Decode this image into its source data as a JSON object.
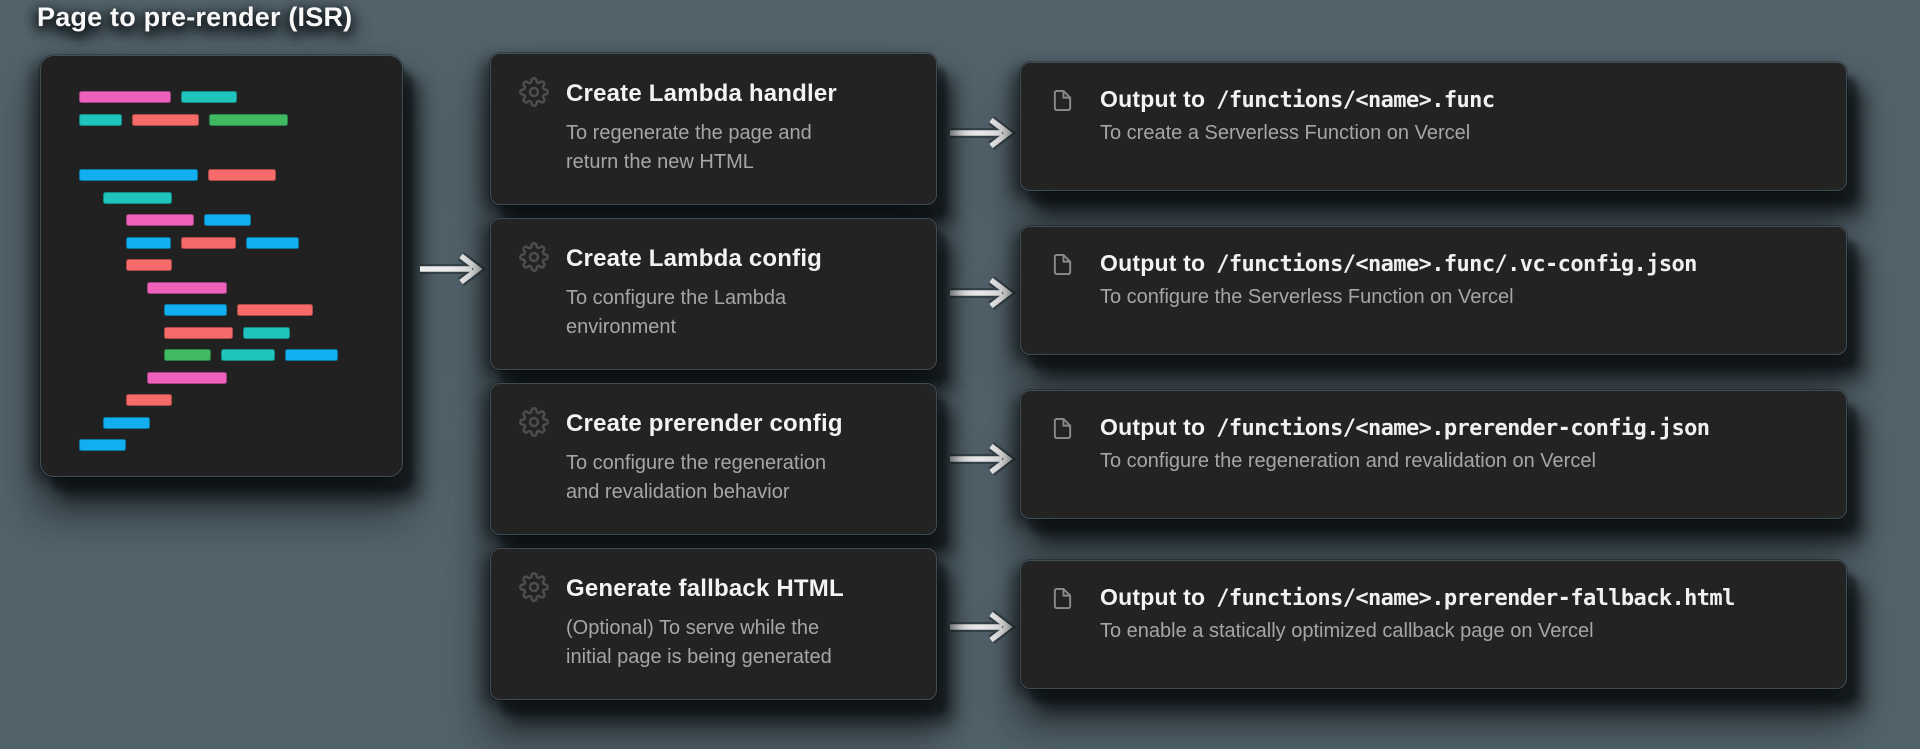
{
  "page": {
    "background": "#52626a",
    "card_background": "#232323",
    "card_border": "#404d55"
  },
  "title": "Page to pre-render (ISR)",
  "code_panel": {
    "colors": {
      "pink": "#ed60bb",
      "teal": "#1fc4bd",
      "red": "#f76a6a",
      "green": "#3fba63",
      "blue": "#12aff0"
    },
    "lines": [
      {
        "indent": 0,
        "segments": [
          [
            "pink",
            92
          ],
          [
            "teal",
            56
          ]
        ]
      },
      {
        "indent": 0,
        "segments": [
          [
            "teal",
            43
          ],
          [
            "red",
            67
          ],
          [
            "green",
            79
          ]
        ]
      },
      {
        "gap": 33
      },
      {
        "indent": 0,
        "segments": [
          [
            "blue",
            119
          ],
          [
            "red",
            68
          ]
        ]
      },
      {
        "indent": 1,
        "segments": [
          [
            "teal",
            69
          ]
        ]
      },
      {
        "indent": 2,
        "segments": [
          [
            "pink",
            68
          ],
          [
            "blue",
            47
          ]
        ]
      },
      {
        "indent": 2,
        "segments": [
          [
            "blue",
            45
          ],
          [
            "red",
            55
          ],
          [
            "blue",
            53
          ]
        ]
      },
      {
        "indent": 2,
        "segments": [
          [
            "red",
            46
          ]
        ]
      },
      {
        "indent": 3,
        "segments": [
          [
            "pink",
            80
          ]
        ]
      },
      {
        "indent": 4,
        "segments": [
          [
            "blue",
            63
          ],
          [
            "red",
            76
          ]
        ]
      },
      {
        "indent": 4,
        "segments": [
          [
            "red",
            69
          ],
          [
            "teal",
            47
          ]
        ]
      },
      {
        "indent": 4,
        "segments": [
          [
            "green",
            47
          ],
          [
            "teal",
            54
          ],
          [
            "blue",
            53
          ]
        ]
      },
      {
        "indent": 3,
        "segments": [
          [
            "pink",
            80
          ]
        ]
      },
      {
        "indent": 2,
        "segments": [
          [
            "red",
            46
          ]
        ]
      },
      {
        "indent": 1,
        "segments": [
          [
            "blue",
            47
          ]
        ]
      },
      {
        "indent": 0,
        "segments": [
          [
            "blue",
            47
          ]
        ]
      }
    ]
  },
  "steps": [
    {
      "icon": "gear-icon",
      "title": "Create Lambda handler",
      "description": "To regenerate the page and\nreturn the new HTML"
    },
    {
      "icon": "gear-icon",
      "title": "Create Lambda config",
      "description": "To configure the Lambda\nenvironment"
    },
    {
      "icon": "gear-icon",
      "title": "Create prerender config",
      "description": "To configure the regeneration\nand revalidation behavior"
    },
    {
      "icon": "gear-icon",
      "title": "Generate fallback HTML",
      "description": "(Optional) To serve while the\ninitial page is being generated"
    }
  ],
  "outputs": [
    {
      "icon": "file-icon",
      "label": "Output to",
      "path": "/functions/<name>.func",
      "description": "To create a Serverless Function on Vercel"
    },
    {
      "icon": "file-icon",
      "label": "Output to",
      "path": "/functions/<name>.func/.vc-config.json",
      "description": "To configure the Serverless Function on Vercel"
    },
    {
      "icon": "file-icon",
      "label": "Output to",
      "path": "/functions/<name>.prerender-config.json",
      "description": "To configure the regeneration and revalidation on Vercel"
    },
    {
      "icon": "file-icon",
      "label": "Output to",
      "path": "/functions/<name>.prerender-fallback.html",
      "description": "To enable a statically optimized callback page on Vercel"
    }
  ]
}
